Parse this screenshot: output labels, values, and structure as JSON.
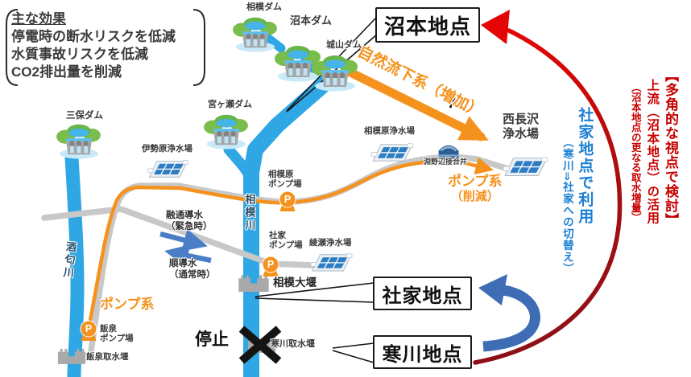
{
  "effects_box": {
    "title": "主な効果",
    "lines": [
      "停電時の断水リスクを低減",
      "水質事故リスクを低減",
      "CO2排出量を削減"
    ]
  },
  "callouts": {
    "numamoto": "沼本地点",
    "shake": "社家地点",
    "samukawa": "寒川地点"
  },
  "dams": {
    "sagami": "相模ダム",
    "numamoto": "沼本ダム",
    "shiroyama": "城山ダム",
    "miyagase": "宮ヶ瀬ダム",
    "miho": "三保ダム"
  },
  "plants": {
    "isehara": "伊勢原浄水場",
    "sagamihara": "相模原浄水場",
    "ayase": "綾瀬浄水場",
    "nishinagasawa_1": "西長沢",
    "nishinagasawa_2": "浄水場"
  },
  "pumps": {
    "letter": "P",
    "sagamihara_1": "相模原",
    "sagamihara_2": "ポンプ場",
    "shake_1": "社家",
    "shake_2": "ポンプ場",
    "iizumi_1": "飯泉",
    "iizumi_2": "ポンプ場"
  },
  "weirs": {
    "sagami_ozeki": "相模大堰",
    "samukawa": "寒川取水堰",
    "iizumi": "飯泉取水堰"
  },
  "junction_well": "淵野辺接合井",
  "rivers": {
    "sagami": "相模川",
    "sakawa": "酒匂川"
  },
  "flows": {
    "natural": "自然流下系（増加）",
    "pump_east_1": "ポンプ系",
    "pump_east_2": "（削減）",
    "pump_west": "ポンプ系",
    "interflow_1": "融通導水",
    "interflow_1b": "（緊急時）",
    "interflow_2": "順導水",
    "interflow_2b": "（通常時）"
  },
  "stop_label": "停止",
  "annotations": {
    "blue_main": "社家地点で利用",
    "blue_sub": "（寒川⇒社家への切替え）",
    "red_1": "【多角的な視点で検討】",
    "red_2": "上流（沼本地点）の活用",
    "red_3": "（沼本地点の更なる取水増量）"
  },
  "colors": {
    "orange": "#F5921E",
    "blue_annotation": "#1C7FD2",
    "red_annotation": "#C80000",
    "river": "#2FA7E5",
    "pipeline_grey": "#C8C8C8",
    "arrow_blue": "#4A7EC7",
    "arc_red_top": "#E30505",
    "arc_red_bottom": "#8B1016",
    "arc_blue": "#3E6DB5"
  }
}
